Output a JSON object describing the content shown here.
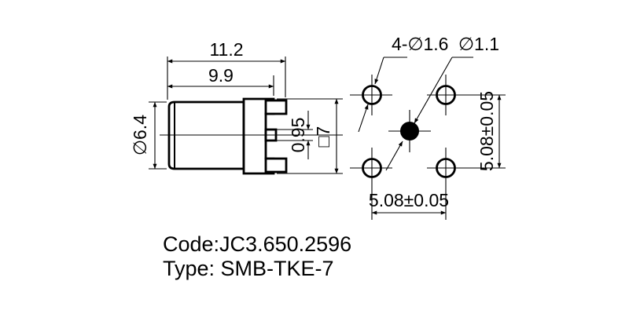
{
  "colors": {
    "line": "#000000",
    "background": "#ffffff"
  },
  "side_view": {
    "overall_length": "11.2",
    "body_length": "9.9",
    "barrel_diameter": "∅6.4",
    "center_pin_width": "0.95",
    "flange_square": "□7"
  },
  "footprint": {
    "mounting_holes": "4-∅1.6",
    "center_hole": "∅1.1",
    "pitch_horizontal": "5.08±0.05",
    "pitch_vertical": "5.08±0.05"
  },
  "labels": {
    "code": "Code:JC3.650.2596",
    "type": "Type: SMB-TKE-7"
  }
}
